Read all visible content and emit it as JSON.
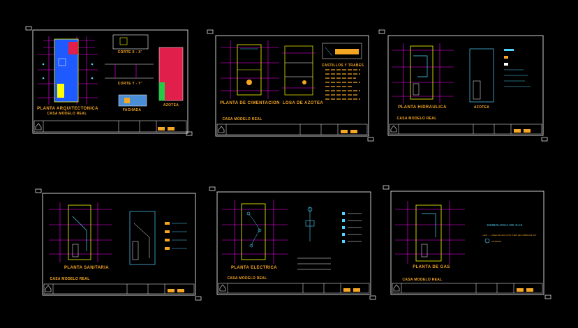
{
  "colors": {
    "background": "#000000",
    "sheet_border": "#ffffff",
    "dimension": "#ff00ff",
    "wall": "#ffff00",
    "fill_blue": "#1e5aff",
    "fill_red": "#e0204a",
    "text_label": "#f5a623",
    "cyan": "#4fd4ff",
    "green": "#22cc44"
  },
  "sheets": [
    {
      "name": "planta-arquitectonica",
      "labels": {
        "main": "PLANTA ARQUITECTONICA",
        "caption": "CASA MODELO REAL",
        "corte1": "CORTE X - X'",
        "corte2": "CORTE Y - Y'",
        "fachada": "FACHADA",
        "azotea": "AZOTEA"
      }
    },
    {
      "name": "planta-cimentacion",
      "labels": {
        "main": "PLANTA DE CIMENTACION",
        "losa": "LOSA DE AZOTEA",
        "cuadro": "CASTILLOS Y TRABES",
        "caption": "CASA MODELO REAL"
      }
    },
    {
      "name": "planta-hidraulica",
      "labels": {
        "main": "PLANTA HIDRAULICA",
        "azotea": "AZOTEA",
        "caption": "CASA MODELO REAL"
      }
    },
    {
      "name": "planta-sanitaria",
      "labels": {
        "main": "PLANTA SANITARIA",
        "caption": "CASA MODELO REAL"
      }
    },
    {
      "name": "planta-electrica",
      "labels": {
        "main": "PLANTA ELECTRICA",
        "caption": "CASA MODELO REAL"
      }
    },
    {
      "name": "planta-gas",
      "labels": {
        "main": "PLANTA DE GAS",
        "note1": "SIMBOLOGIA DE GAS",
        "note2": "GAS ..... LINEA DE GAS CON TUBO DE COBRE DE 3/8\"",
        "note3": "CILINDRO",
        "caption": "CASA MODELO REAL"
      }
    }
  ]
}
